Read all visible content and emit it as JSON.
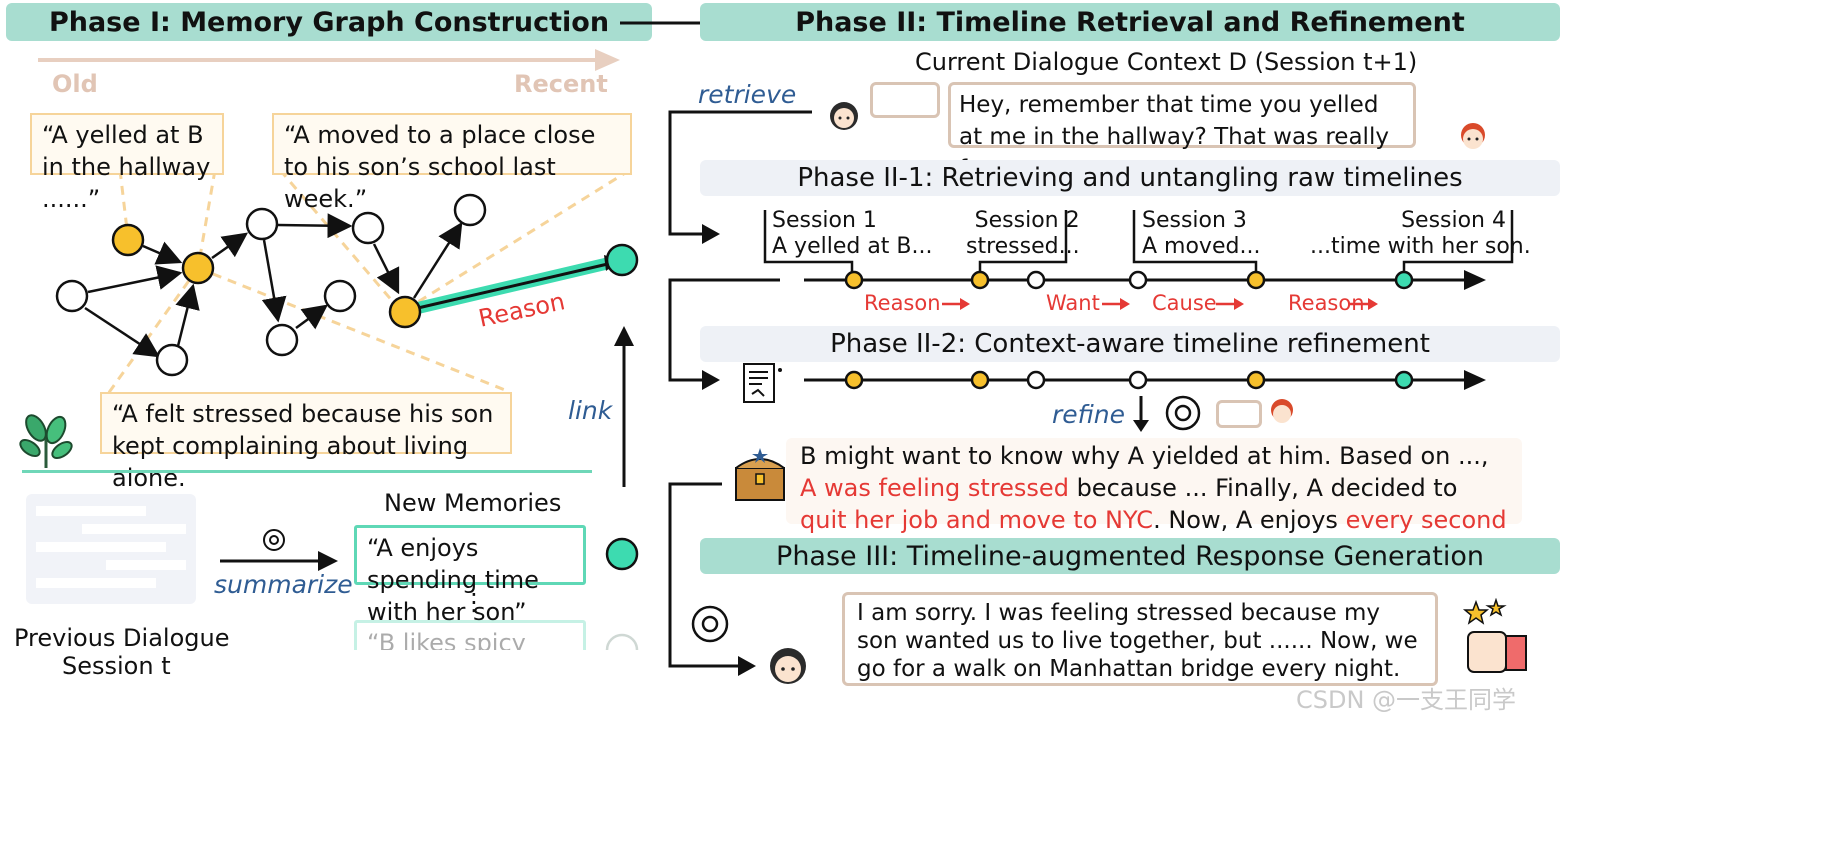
{
  "phase1": {
    "title": "Phase I: Memory Graph Construction",
    "old": "Old",
    "recent": "Recent",
    "quote1": "“A yelled at B in the hallway ......”",
    "quote2": "“A moved to a place close to his son’s school last week.”",
    "quote3": "“A felt stressed because his son kept complaining about living alone.",
    "reason": "Reason",
    "link": "link",
    "new_memories": "New Memories",
    "memory1": "“A enjoys spending time with her son”",
    "dots": "⋮",
    "memory2": "“B likes spicy food",
    "summarize": "summarize",
    "prev_session_line1": "Previous Dialogue",
    "prev_session_line2": "Session t"
  },
  "phase2": {
    "title": "Phase II: Timeline Retrieval and Refinement",
    "context": "Current Dialogue Context D (Session t+1)",
    "retrieve": "retrieve",
    "user_msg": "Hey, remember that time you yelled at me in the hallway? That was really funny.",
    "sub1": "Phase II-1: Retrieving and untangling raw timelines",
    "sessions": [
      {
        "name": "Session 1",
        "text": "A yelled at B..."
      },
      {
        "name": "Session 2",
        "text": "stressed..."
      },
      {
        "name": "Session 3",
        "text": "A moved..."
      },
      {
        "name": "Session 4",
        "text": "...time with her son."
      }
    ],
    "relations": [
      "Reason",
      "Want",
      "Cause",
      "Reason"
    ],
    "sub2": "Phase II-2: Context-aware timeline refinement",
    "refine": "refine",
    "summary_parts": {
      "p1": "B might want to know why A yielded at him. Based on ..., ",
      "r1": "A was feeling stressed",
      "p2": " because ... Finally, A decided to ",
      "r2": "quit her job and move to NYC",
      "p3": ". Now, A enjoys ",
      "r3": "every second spent with her son",
      "p4": "."
    }
  },
  "phase3": {
    "title": "Phase III: Timeline-augmented Response Generation",
    "response": "I am sorry. I was feeling stressed because my son wanted us to live together, but ...... Now, we go for a walk on Manhattan bridge every night."
  },
  "watermark": "CSDN @一支王同学",
  "colors": {
    "banner": "#a8ddd0",
    "yellow_node": "#f7c02c",
    "green_node": "#3ddbb0",
    "red_text": "#e53935",
    "blue_label": "#2f5c93"
  }
}
